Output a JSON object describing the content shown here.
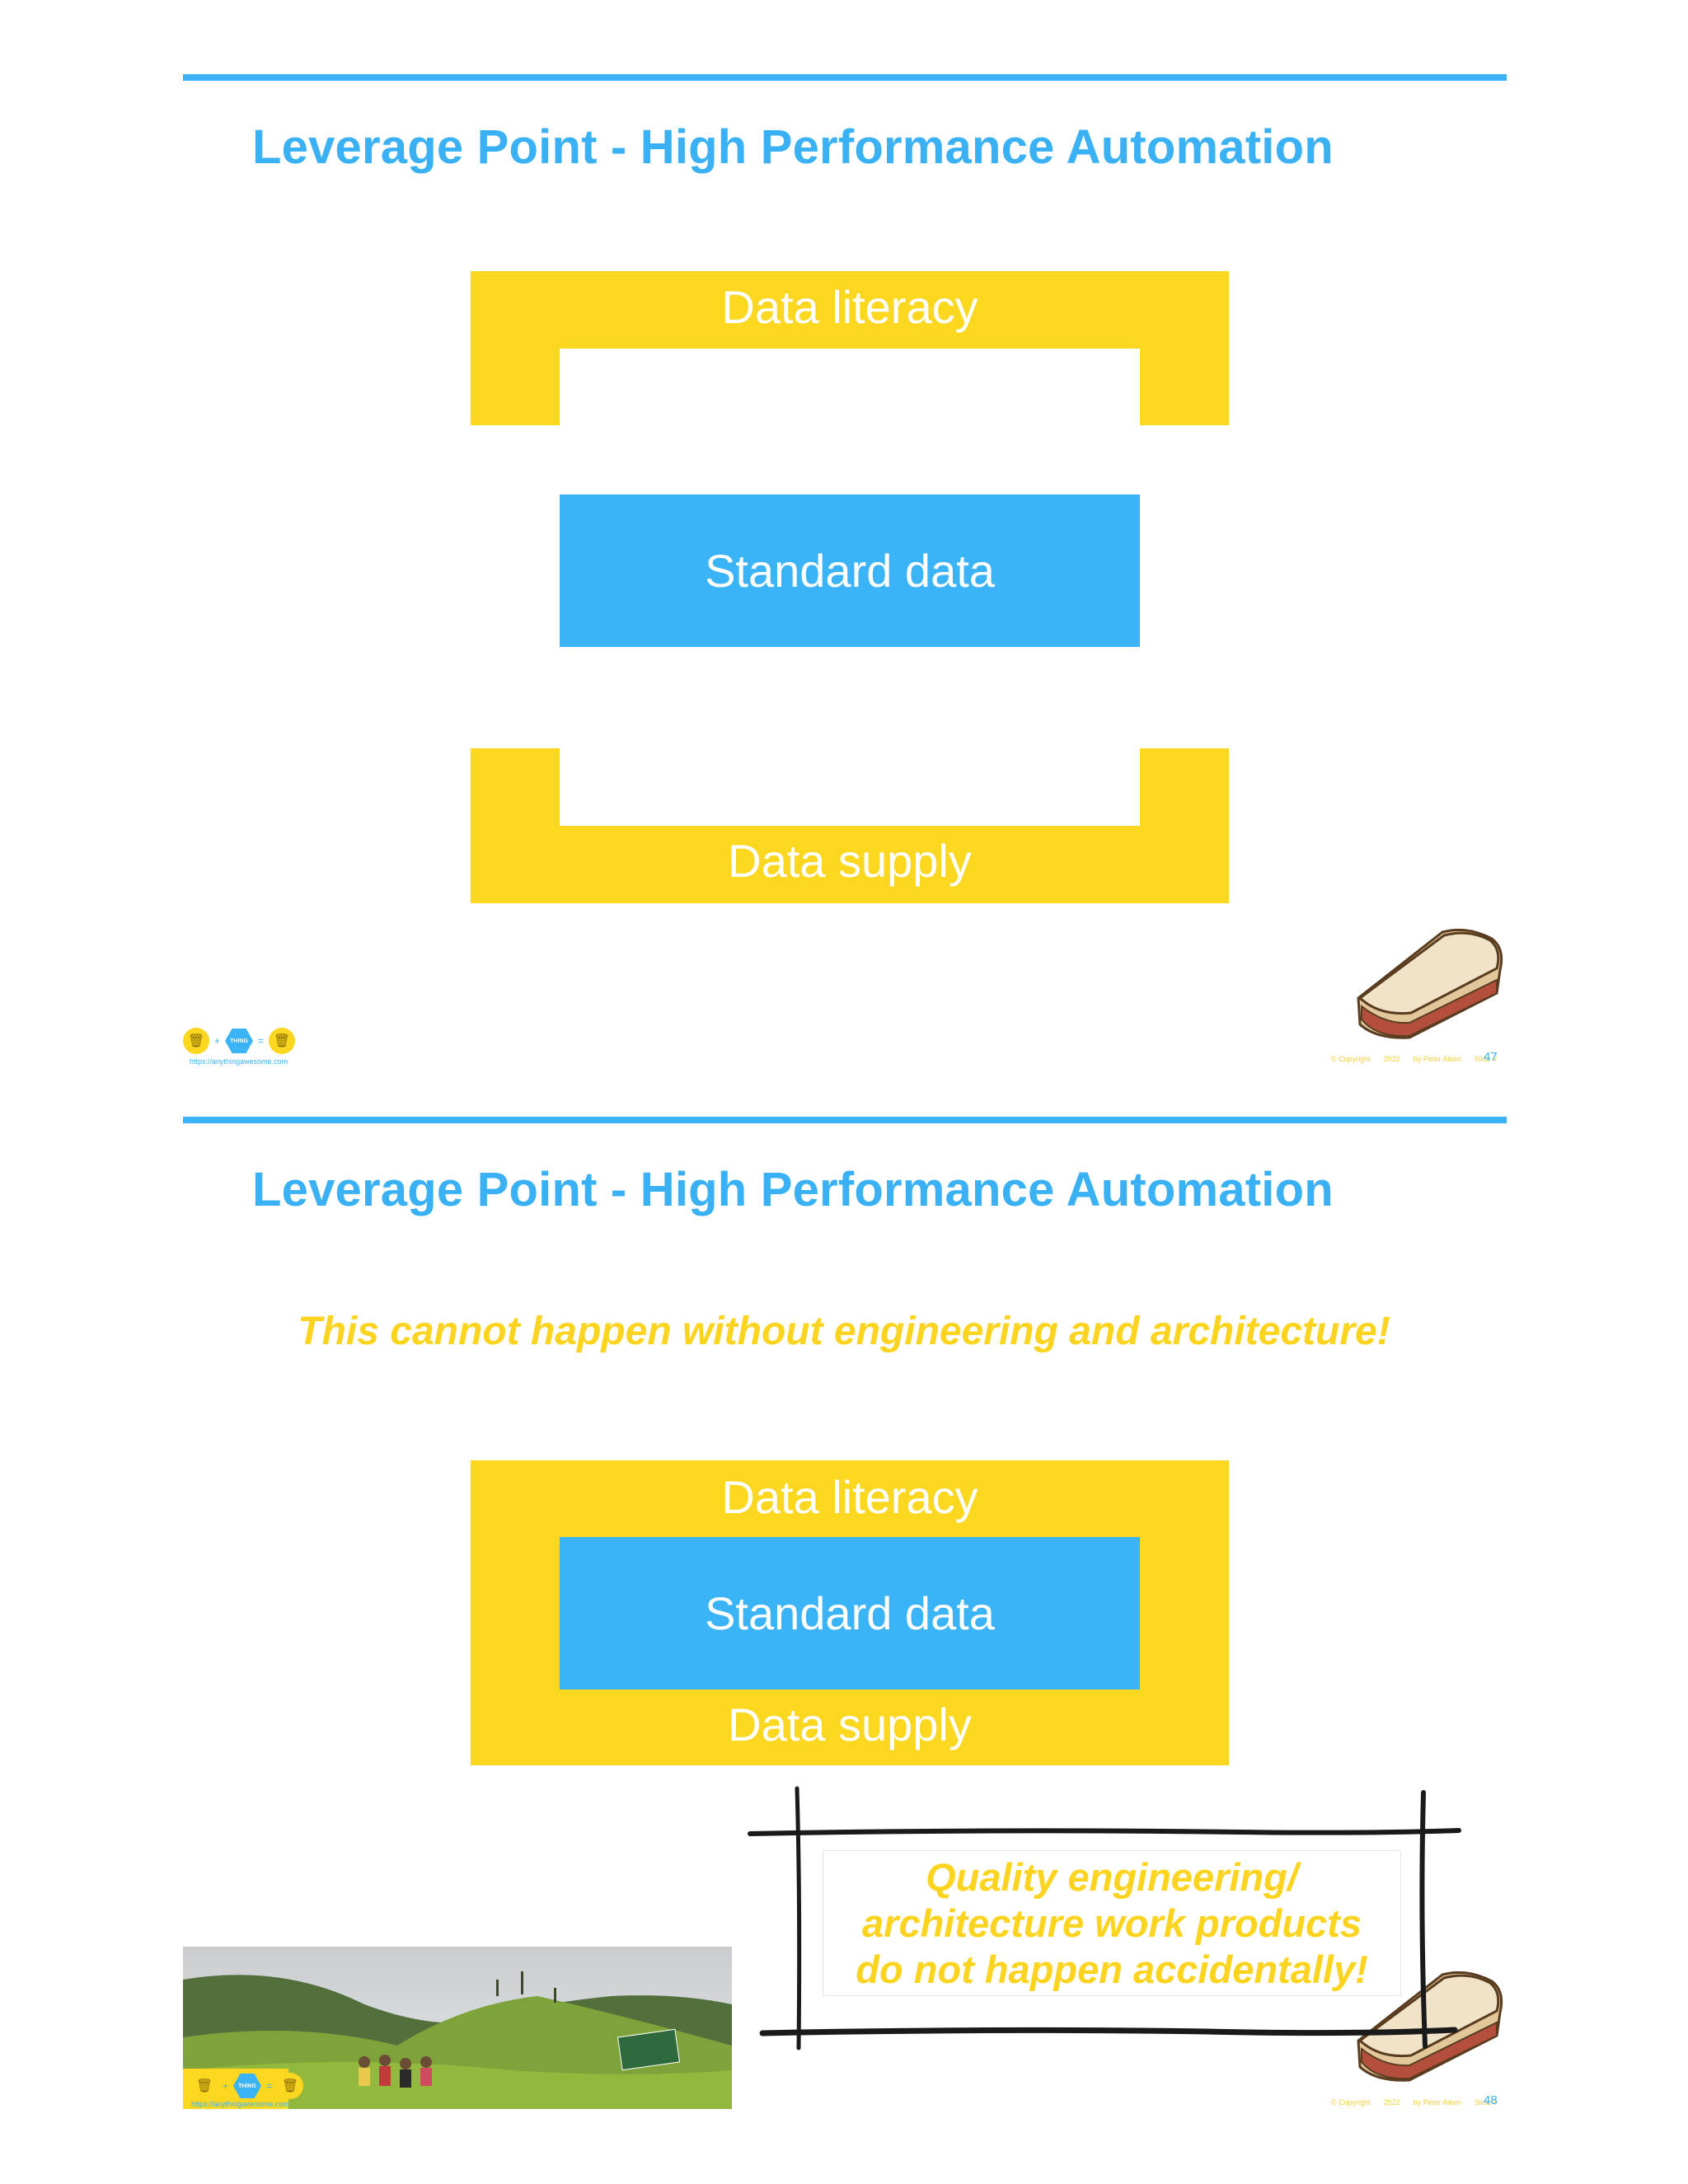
{
  "slides": [
    {
      "title": "Leverage Point - High Performance Automation",
      "top_label": "Data literacy",
      "center_label": "Standard data",
      "bottom_label": "Data supply",
      "logo_url": "https://anythingawesome.com",
      "logo_hex_text": "THING",
      "footer": {
        "copyright": "© Copyright",
        "year": "2022",
        "author": "by Peter Aiken",
        "org": "Slide #"
      },
      "page_number": "47"
    },
    {
      "title": "Leverage Point - High Performance Automation",
      "subtitle": "This cannot happen without engineering and architecture!",
      "top_label": "Data literacy",
      "center_label": "Standard data",
      "bottom_label": "Data supply",
      "quote_lines": [
        "Quality engineering/",
        "architecture work products",
        "do not happen accidentally!"
      ],
      "logo_url": "https://anythingawesome.com",
      "logo_hex_text": "THING",
      "footer": {
        "copyright": "© Copyright",
        "year": "2022",
        "author": "by Peter Aiken",
        "org": "Slide #"
      },
      "page_number": "48"
    }
  ],
  "colors": {
    "accent_blue": "#3bb3f7",
    "accent_yellow": "#fcd71f"
  },
  "icons": [
    "trash-icon",
    "sandwich-icon",
    "signature-frame",
    "tea-field-photo"
  ]
}
